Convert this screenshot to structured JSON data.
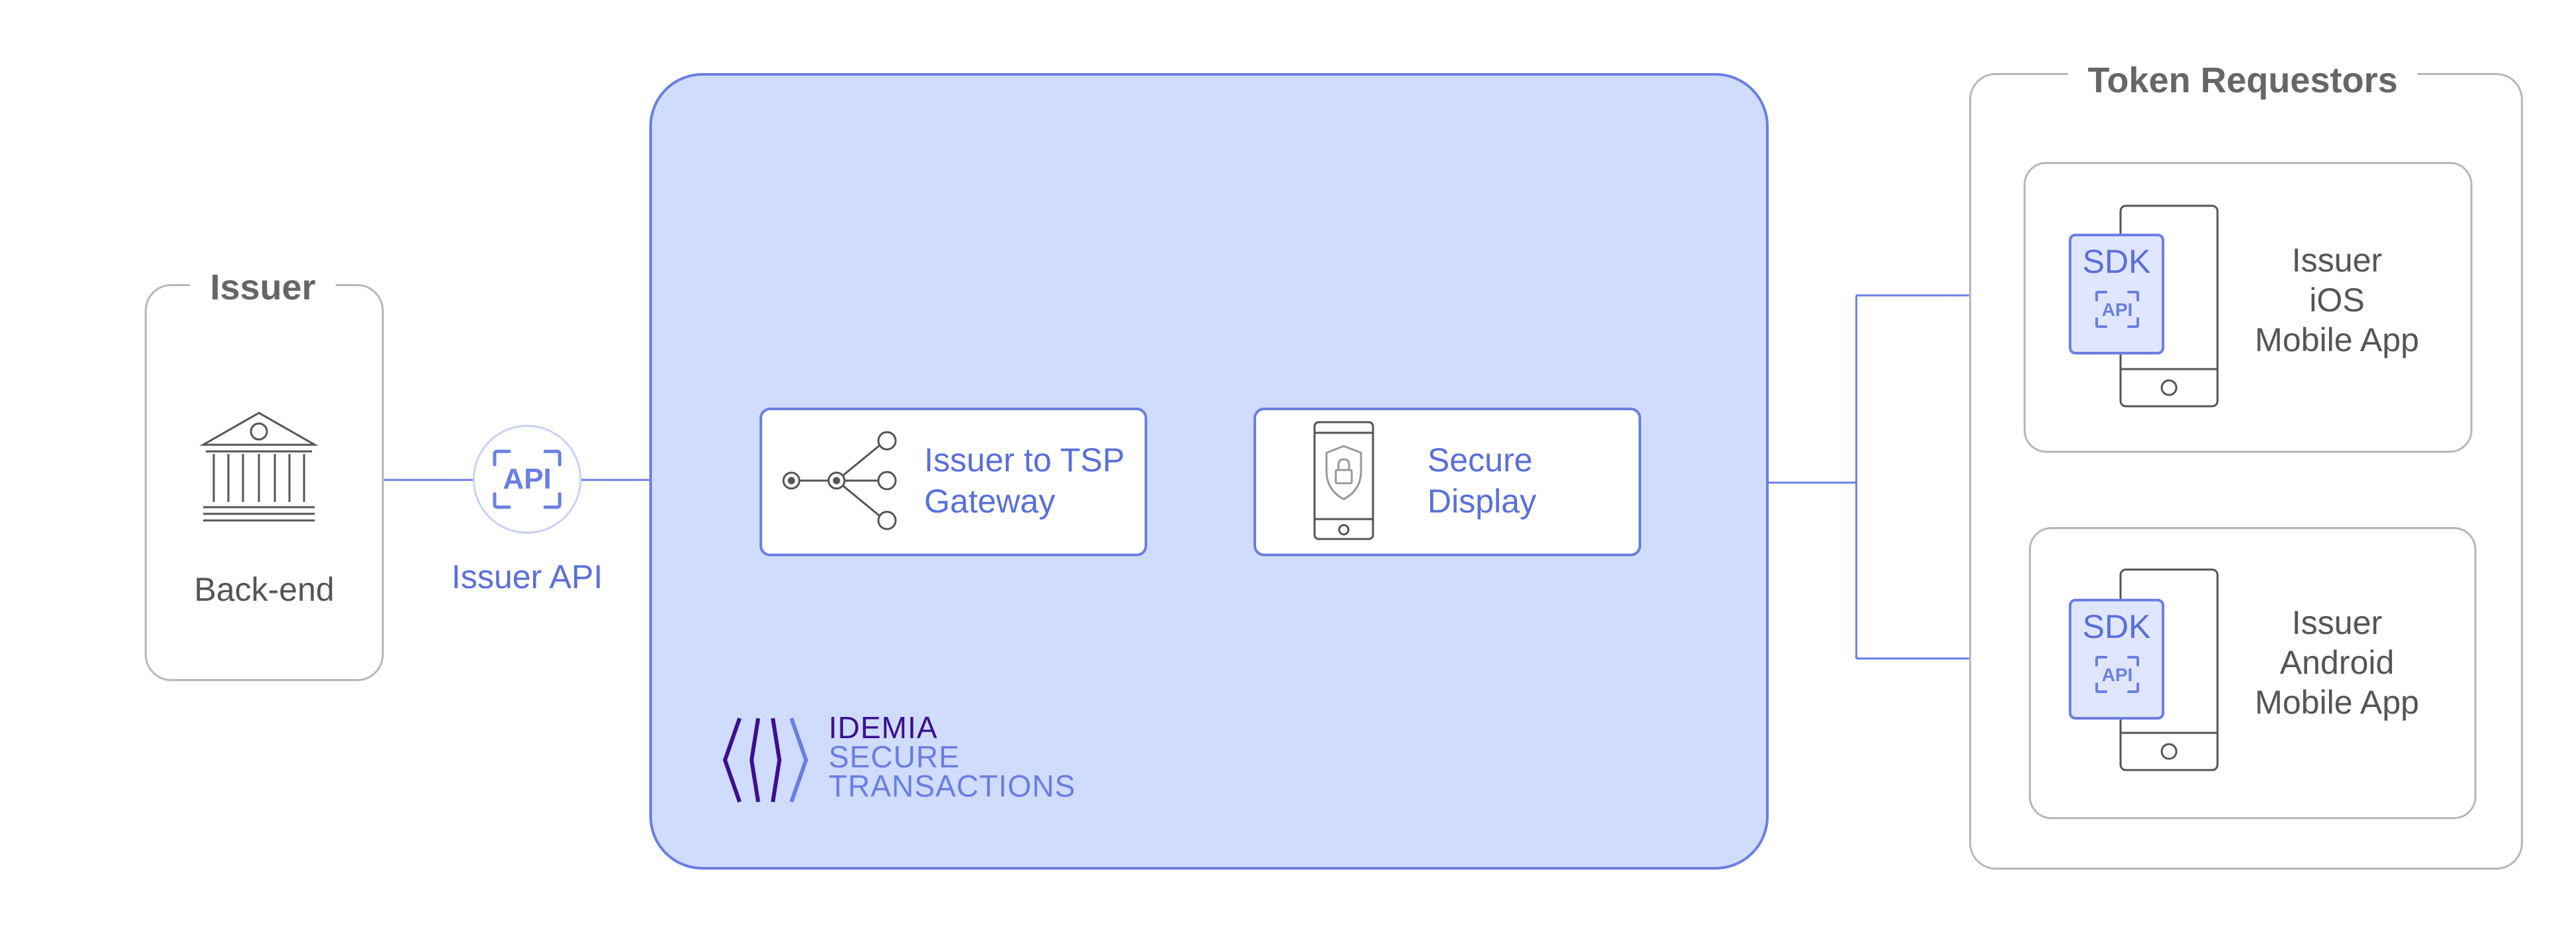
{
  "issuer": {
    "title": "Issuer",
    "backend_label": "Back-end",
    "icon": "bank-icon"
  },
  "api": {
    "label": "Issuer API",
    "icon_text": "API"
  },
  "idemia": {
    "gateway_label_line1": "Issuer to TSP",
    "gateway_label_line2": "Gateway",
    "secure_display_line1": "Secure",
    "secure_display_line2": "Display",
    "logo_line1": "IDEMIA",
    "logo_line2": "SECURE",
    "logo_line3": "TRANSACTIONS"
  },
  "token_requestors": {
    "title": "Token Requestors",
    "apps": [
      {
        "sdk_label": "SDK",
        "api_label": "API",
        "line1": "Issuer",
        "line2": "iOS",
        "line3": "Mobile App"
      },
      {
        "sdk_label": "SDK",
        "api_label": "API",
        "line1": "Issuer",
        "line2": "Android",
        "line3": "Mobile App"
      }
    ]
  },
  "colors": {
    "accent": "#6b7fe0",
    "central_fill": "#cfdcfd",
    "gray_border": "#b7b7b7",
    "logo_dark": "#3d0f8f"
  }
}
